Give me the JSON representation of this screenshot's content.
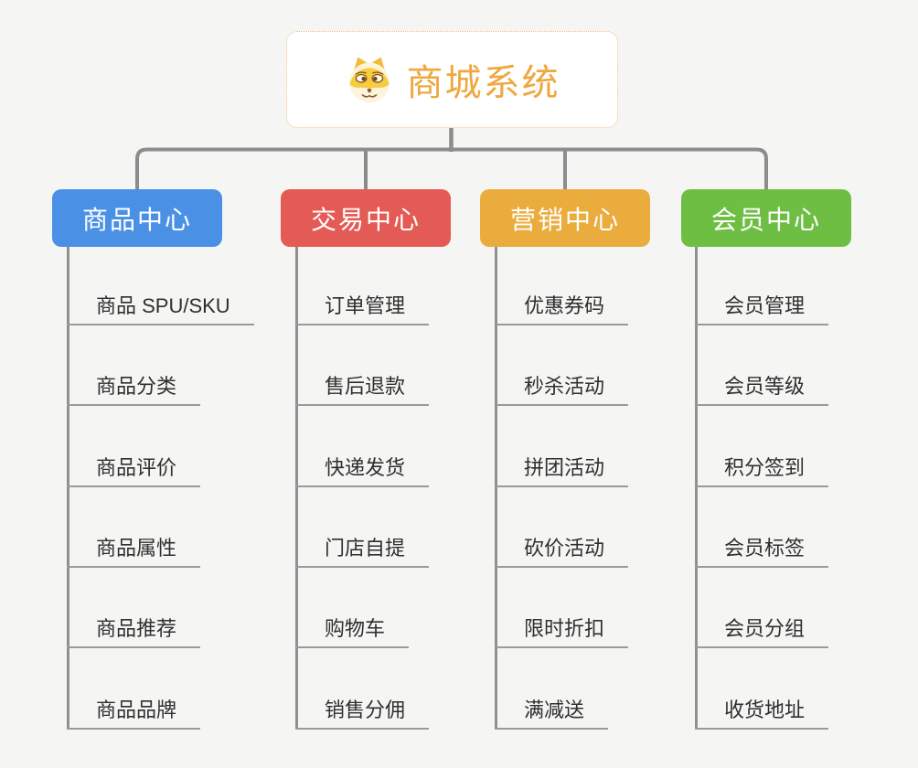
{
  "root": {
    "title": "商城系统",
    "icon": "shiba-dog-icon"
  },
  "branches": [
    {
      "label": "商品中心",
      "color": "#4A90E5",
      "items": [
        "商品 SPU/SKU",
        "商品分类",
        "商品评价",
        "商品属性",
        "商品推荐",
        "商品品牌"
      ]
    },
    {
      "label": "交易中心",
      "color": "#E45A55",
      "items": [
        "订单管理",
        "售后退款",
        "快递发货",
        "门店自提",
        "购物车",
        "销售分佣"
      ]
    },
    {
      "label": "营销中心",
      "color": "#EBAC3E",
      "items": [
        "优惠券码",
        "秒杀活动",
        "拼团活动",
        "砍价活动",
        "限时折扣",
        "满减送"
      ]
    },
    {
      "label": "会员中心",
      "color": "#6FBE44",
      "items": [
        "会员管理",
        "会员等级",
        "积分签到",
        "会员标签",
        "会员分组",
        "收货地址"
      ]
    }
  ],
  "colors": {
    "background": "#F5F5F4",
    "root_accent": "#EFA73E",
    "root_border": "#F0C27D",
    "connector_gray": "#8C8C8C",
    "leaf_text": "#2F2F2F"
  }
}
